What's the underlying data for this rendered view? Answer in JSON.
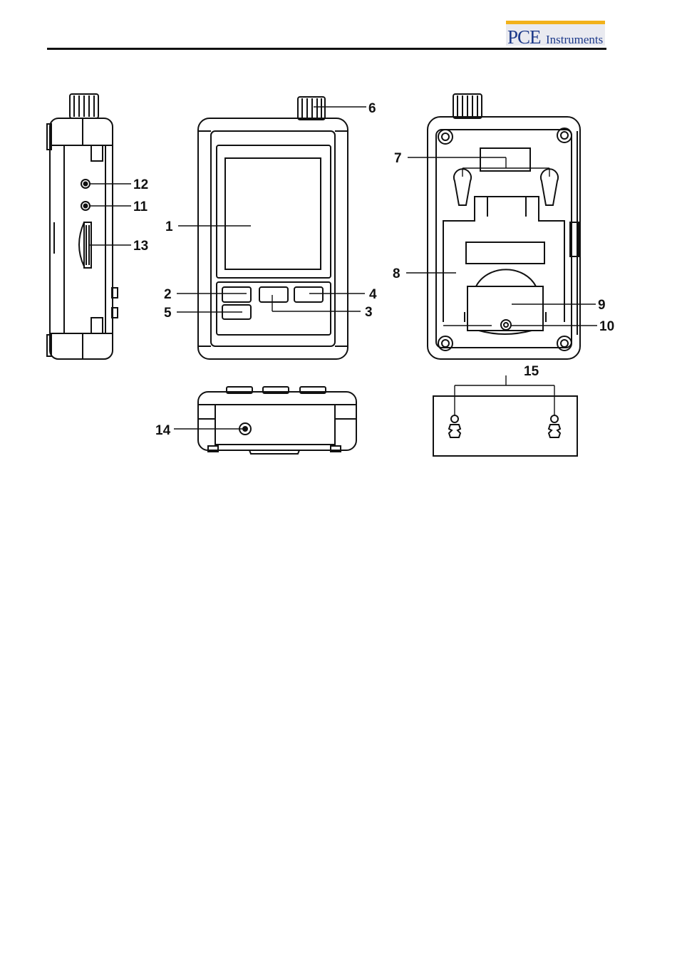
{
  "header": {
    "logo_pce": "PCE",
    "logo_instruments": "Instruments",
    "logo_bar_color": "#f2b21b",
    "logo_text_color": "#1d3a8a"
  },
  "callouts": [
    "1",
    "2",
    "3",
    "4",
    "5",
    "6",
    "7",
    "8",
    "9",
    "10",
    "11",
    "12",
    "13",
    "14",
    "15"
  ]
}
